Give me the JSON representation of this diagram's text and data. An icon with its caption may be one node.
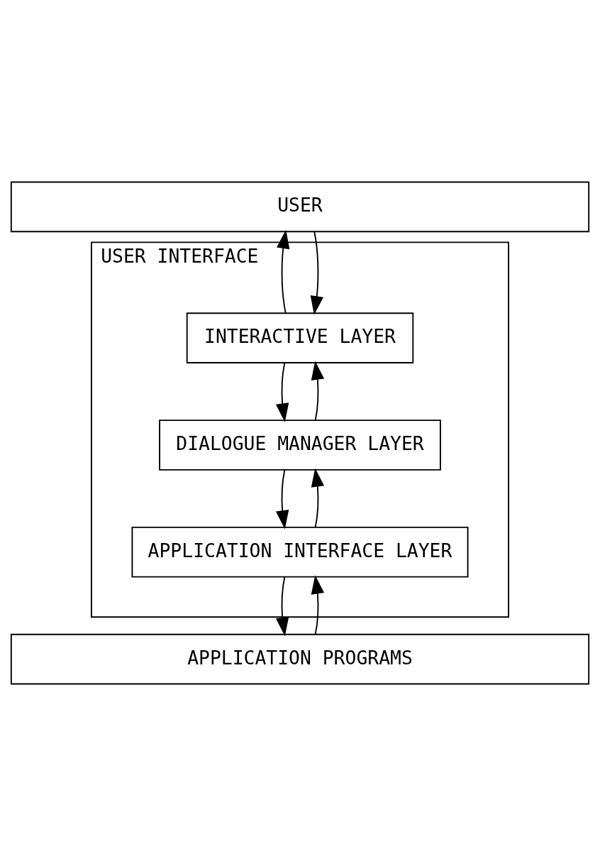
{
  "diagram": {
    "nodes": [
      {
        "text": [
          "USER"
        ]
      },
      {
        "text": [
          "USER INTERFACE"
        ]
      },
      {
        "text": [
          "INTERACTIVE LAYER"
        ],
        "in": 1
      },
      {
        "text": [
          "DIALOGUE MANAGER LAYER"
        ],
        "in": 1
      },
      {
        "text": [
          "APPLICATION INTERFACE LAYER"
        ],
        "in": 1
      },
      {
        "text": [
          "APPLICATION PROGRAMS"
        ]
      }
    ],
    "edges": [
      {
        "from": 0,
        "to": 2,
        "arrow": "to"
      },
      {
        "from": 2,
        "to": 0,
        "arrow": "to"
      },
      {
        "from": 2,
        "to": 3,
        "arrow": "to"
      },
      {
        "from": 3,
        "to": 2,
        "arrow": "to"
      },
      {
        "from": 3,
        "to": 4,
        "arrow": "to"
      },
      {
        "from": 4,
        "to": 3,
        "arrow": "to"
      },
      {
        "from": 4,
        "to": 5,
        "arrow": "to"
      },
      {
        "from": 5,
        "to": 4,
        "arrow": "to"
      }
    ]
  }
}
